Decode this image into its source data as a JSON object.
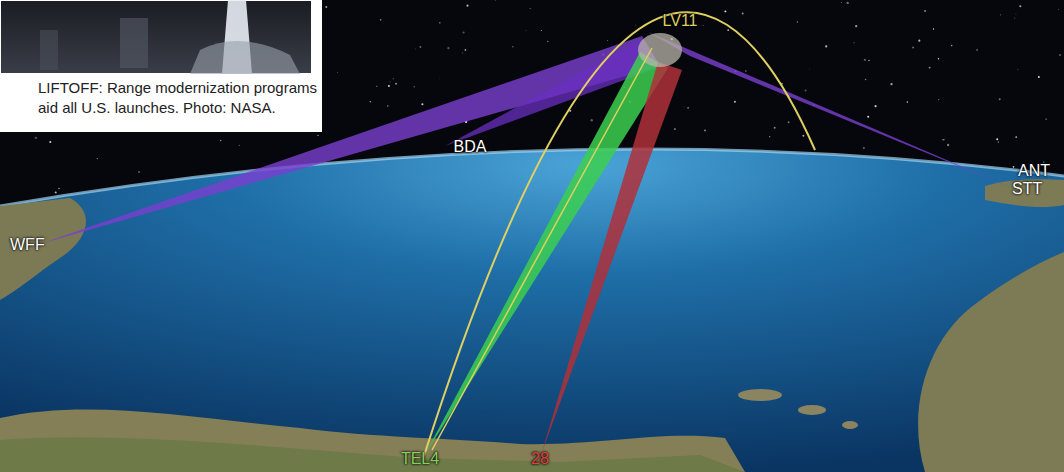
{
  "diagram": {
    "caption": "LIFTOFF: Range modernization programs aid all U.S. launches. Photo: NASA.",
    "labels": [
      "LV11",
      "BDA",
      "WFF",
      "ANT",
      "STT",
      "TEL4",
      "28"
    ]
  }
}
